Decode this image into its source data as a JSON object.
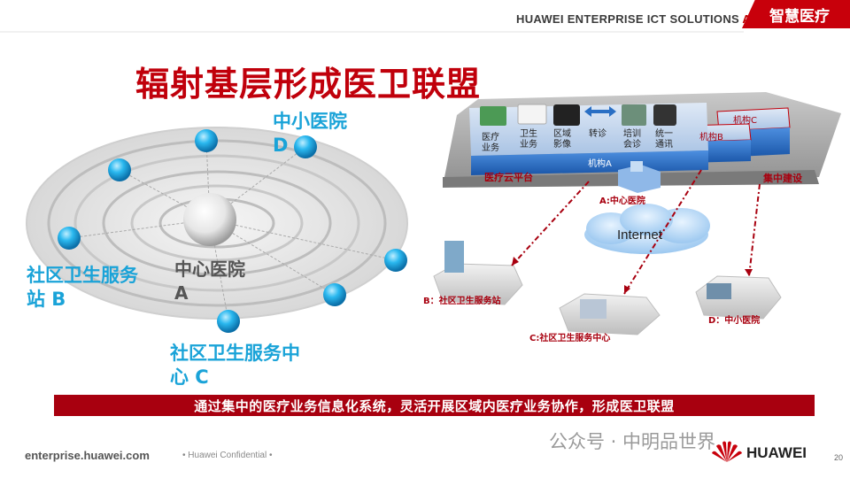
{
  "header": {
    "company_text": "HUAWEI ENTERPRISE ICT SOLUTIONS",
    "company_suffix": "A B",
    "tag": "智慧医疗"
  },
  "title": "辐射基层形成医卫联盟",
  "orbit": {
    "center_line1": "中心医院",
    "center_line2": "A",
    "node_d_line1": "中小医院",
    "node_d_line2": "D",
    "node_b_line1": "社区卫生服务",
    "node_b_line2": "站 B",
    "node_c_line1": "社区卫生服务中",
    "node_c_line2": "心 C"
  },
  "platform": {
    "modules": [
      {
        "l1": "医疗",
        "l2": "业务"
      },
      {
        "l1": "卫生",
        "l2": "业务"
      },
      {
        "l1": "区域",
        "l2": "影像"
      },
      {
        "l1": "转诊",
        "l2": ""
      },
      {
        "l1": "培训",
        "l2": "会诊"
      },
      {
        "l1": "统一",
        "l2": "通讯"
      }
    ],
    "inst_a": "机构A",
    "inst_b": "机构B",
    "inst_c": "机构C",
    "cloud_platform": "医疗云平台",
    "central_build": "集中建设",
    "hospital_a": "A:中心医院",
    "internet": "Internet",
    "site_b": "B：社区卫生服务站",
    "site_c": "C:社区卫生服务中心",
    "site_d": "D：中小医院"
  },
  "banner": "通过集中的医疗业务信息化系统，灵活开展区域内医疗业务协作，形成医卫联盟",
  "footer": {
    "url": "enterprise.huawei.com",
    "confidential": "•  Huawei Confidential  •",
    "watermark": "公众号 · 中明品世界",
    "brand": "HUAWEI",
    "page": "20"
  },
  "colors": {
    "brand_red": "#c8000b",
    "title_red": "#c0000b",
    "label_blue": "#1aa3d8",
    "platform_blue": "#2a6fc4"
  }
}
